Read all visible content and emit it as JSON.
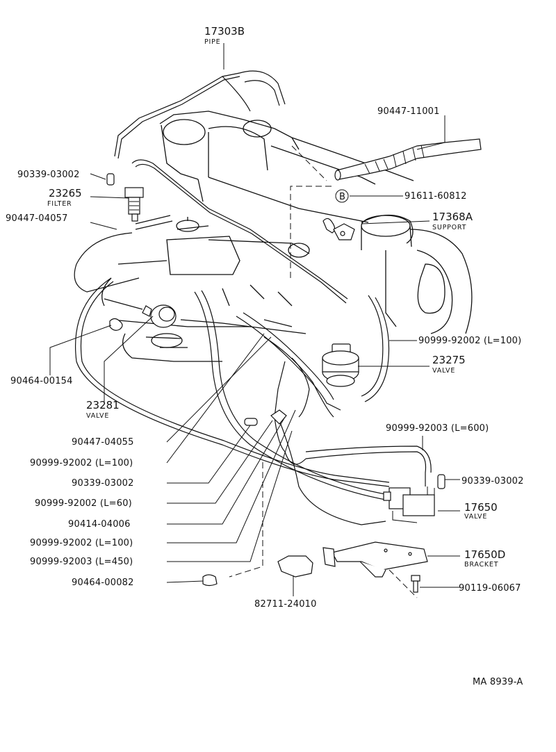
{
  "labels": {
    "pipe_num": "17303B",
    "pipe_sub": "PIPE",
    "hose_90447_11001": "90447-11001",
    "plug_90339_top": "90339-03002",
    "filter_num": "23265",
    "filter_sub": "FILTER",
    "clip_b_num": "91611-60812",
    "clip_b_mark": "B",
    "support_num": "17368A",
    "support_sub": "SUPPORT",
    "hose_90447_04057": "90447-04057",
    "hose_l100_right": "90999-92002 (L=100)",
    "clamp_90464_00154": "90464-00154",
    "valve_23275_num": "23275",
    "valve_23275_sub": "VALVE",
    "valve_23281_num": "23281",
    "valve_23281_sub": "VALVE",
    "hose_l600": "90999-92003 (L=600)",
    "hose_90447_04055": "90447-04055",
    "hose_l100_a": "90999-92002 (L=100)",
    "plug_90339_mid": "90339-03002",
    "plug_90339_right": "90339-03002",
    "vsv_num": "17650",
    "vsv_sub": "VALVE",
    "hose_l60": "90999-92002 (L=60)",
    "joint_90414": "90414-04006",
    "hose_l100_b": "90999-92002 (L=100)",
    "hose_l450": "90999-92003 (L=450)",
    "bracket_num": "17650D",
    "bracket_sub": "BRACKET",
    "clamp_90464_00082": "90464-00082",
    "bolt_90119": "90119-06067",
    "bracket_82711": "82711-24010",
    "drawing_code": "MA 8939-A"
  }
}
